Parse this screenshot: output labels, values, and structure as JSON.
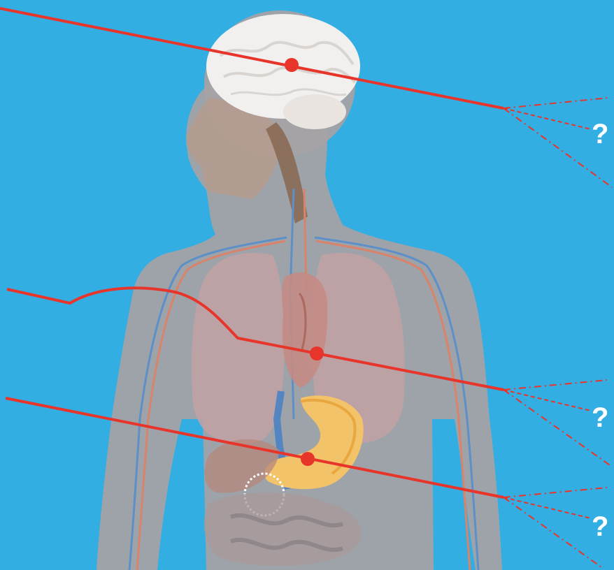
{
  "diagram": {
    "subject": "human-anatomy-organs",
    "background_color": "#33aee3",
    "line_color": "#e8352b",
    "marker_color": "#e8352b",
    "pointers": [
      {
        "organ": "brain",
        "label": "?"
      },
      {
        "organ": "heart",
        "label": "?"
      },
      {
        "organ": "stomach",
        "label": "?"
      }
    ]
  }
}
